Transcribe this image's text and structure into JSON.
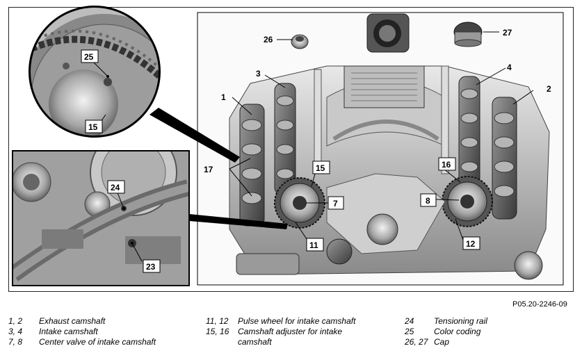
{
  "figure_ref": "P05.20-2246-09",
  "callouts": {
    "c1": "1",
    "c2": "2",
    "c3": "3",
    "c4": "4",
    "c7": "7",
    "c8": "8",
    "c11": "11",
    "c12": "12",
    "c15a": "15",
    "c15b": "15",
    "c16": "16",
    "c17": "17",
    "c23": "23",
    "c24": "24",
    "c25": "25",
    "c26": "26",
    "c27": "27"
  },
  "legend": {
    "col1": [
      {
        "num": "1, 2",
        "text": "Exhaust camshaft"
      },
      {
        "num": "3, 4",
        "text": "Intake camshaft"
      },
      {
        "num": "7, 8",
        "text": "Center valve of intake camshaft"
      }
    ],
    "col2": [
      {
        "num": "11, 12",
        "text": "Pulse wheel for intake camshaft"
      },
      {
        "num": "15, 16",
        "text": "Camshaft adjuster for intake camshaft"
      }
    ],
    "col3": [
      {
        "num": "24",
        "text": "Tensioning rail"
      },
      {
        "num": "25",
        "text": "Color coding"
      },
      {
        "num": "26, 27",
        "text": "Cap"
      }
    ]
  }
}
